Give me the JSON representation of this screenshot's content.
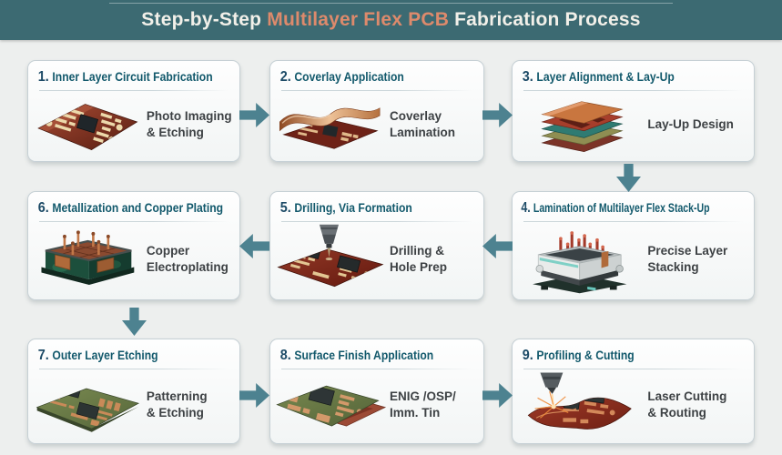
{
  "header": {
    "title_prefix": "Step-by-Step ",
    "title_accent": "Multilayer Flex PCB",
    "title_suffix": " Fabrication Process"
  },
  "colors": {
    "header_bg": "#3c6a72",
    "accent": "#dd8a6c",
    "card_title": "#11586b",
    "step_number": "#1c4a66",
    "arrow": "#4d8290",
    "caption": "#3d4144",
    "page_bg": "#edefee"
  },
  "steps": [
    {
      "number": "1.",
      "title": "Inner Layer Circuit Fabrication",
      "caption_line1": "Photo Imaging",
      "caption_line2": "& Etching",
      "icon": "flex-pcb-inner-layer"
    },
    {
      "number": "2.",
      "title": "Coverlay Application",
      "caption_line1": "Coverlay",
      "caption_line2": "Lamination",
      "icon": "coverlay-sheet"
    },
    {
      "number": "3.",
      "title": "Layer Alignment & Lay-Up",
      "caption_line1": "Lay-Up Design",
      "caption_line2": "",
      "icon": "layer-stack"
    },
    {
      "number": "4.",
      "title": "Lamination of Multilayer Flex Stack-Up",
      "caption_line1": "Precise Layer",
      "caption_line2": "Stacking",
      "icon": "lamination-press"
    },
    {
      "number": "5.",
      "title": "Drilling, Via Formation",
      "caption_line1": "Drilling &",
      "caption_line2": "Hole Prep",
      "icon": "drill-over-pcb"
    },
    {
      "number": "6.",
      "title": "Metallization and Copper Plating",
      "caption_line1": "Copper",
      "caption_line2": "Electroplating",
      "icon": "plating-tank"
    },
    {
      "number": "7.",
      "title": "Outer Layer Etching",
      "caption_line1": "Patterning",
      "caption_line2": "& Etching",
      "icon": "etched-green-pcb"
    },
    {
      "number": "8.",
      "title": "Surface Finish Application",
      "caption_line1": "ENIG /OSP/",
      "caption_line2": "Imm. Tin",
      "icon": "surface-finish-pcb"
    },
    {
      "number": "9.",
      "title": "Profiling & Cutting",
      "caption_line1": "Laser Cutting",
      "caption_line2": "& Routing",
      "icon": "laser-cutting-pcb"
    }
  ]
}
